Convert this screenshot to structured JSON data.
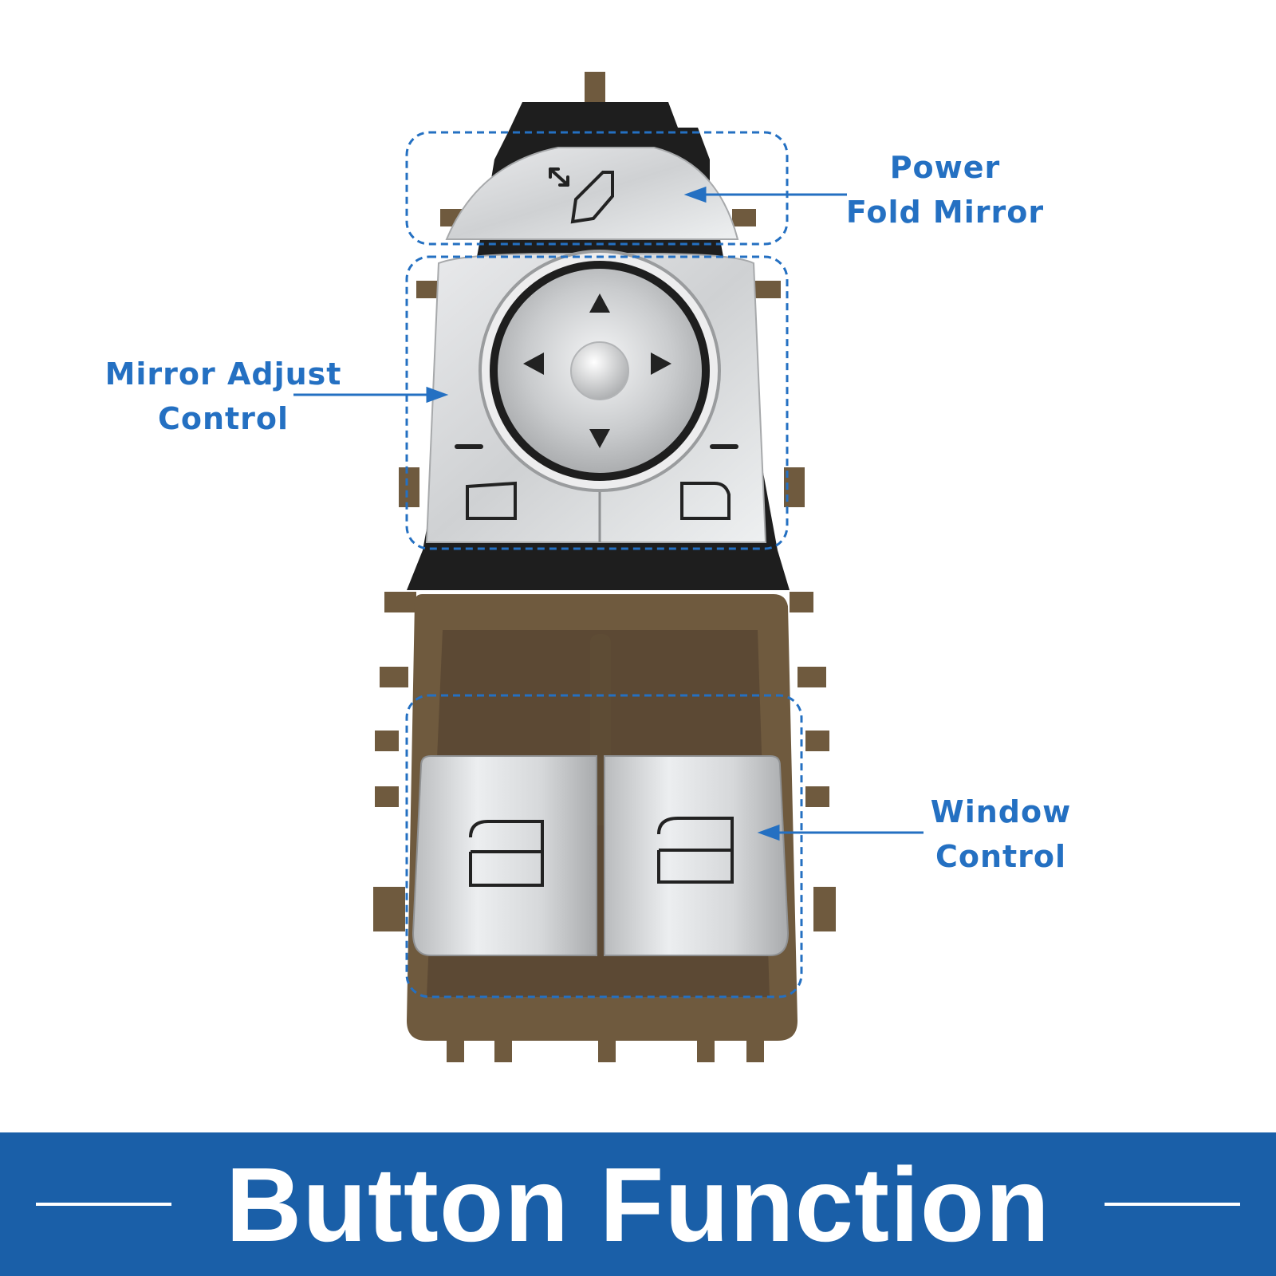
{
  "callouts": {
    "power_fold_mirror": [
      "Power",
      "Fold Mirror"
    ],
    "mirror_adjust_control": [
      "Mirror Adjust",
      "Control"
    ],
    "window_control": [
      "Window",
      "Control"
    ]
  },
  "banner": {
    "title": "Button Function"
  },
  "colors": {
    "accent_blue": "#2470c2",
    "banner_blue": "#1a5fa8",
    "housing_brown": "#6f5a3e",
    "button_silver": "#d4d6d8",
    "bezel_black": "#1e1e1e"
  }
}
